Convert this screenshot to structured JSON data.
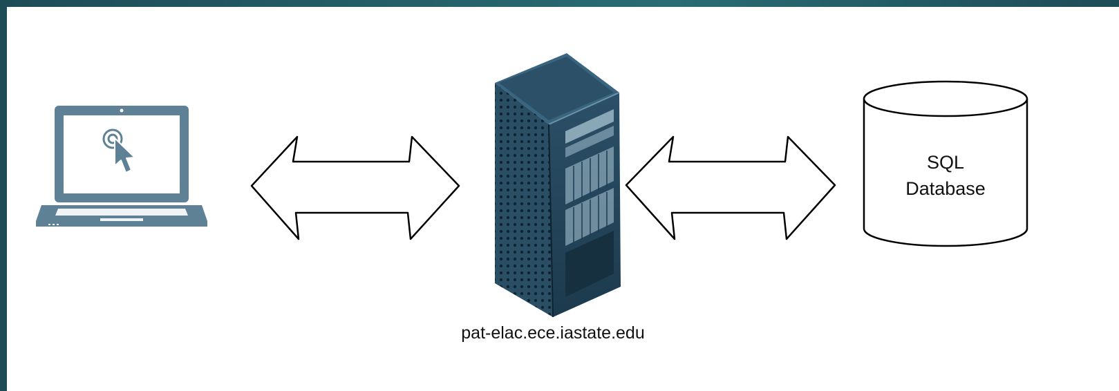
{
  "server": {
    "hostname": "pat-elac.ece.iastate.edu"
  },
  "database": {
    "line1": "SQL",
    "line2": "Database"
  },
  "colors": {
    "frame": "#1f4f5a",
    "laptop": "#5e8196",
    "server_dark": "#1b3a4e",
    "server_mid": "#3f6b83",
    "arrow_stroke": "#000000"
  },
  "icons": [
    "laptop-icon",
    "cursor-click-icon",
    "server-rack-icon",
    "database-cylinder-icon",
    "bidirectional-arrow-icon"
  ]
}
